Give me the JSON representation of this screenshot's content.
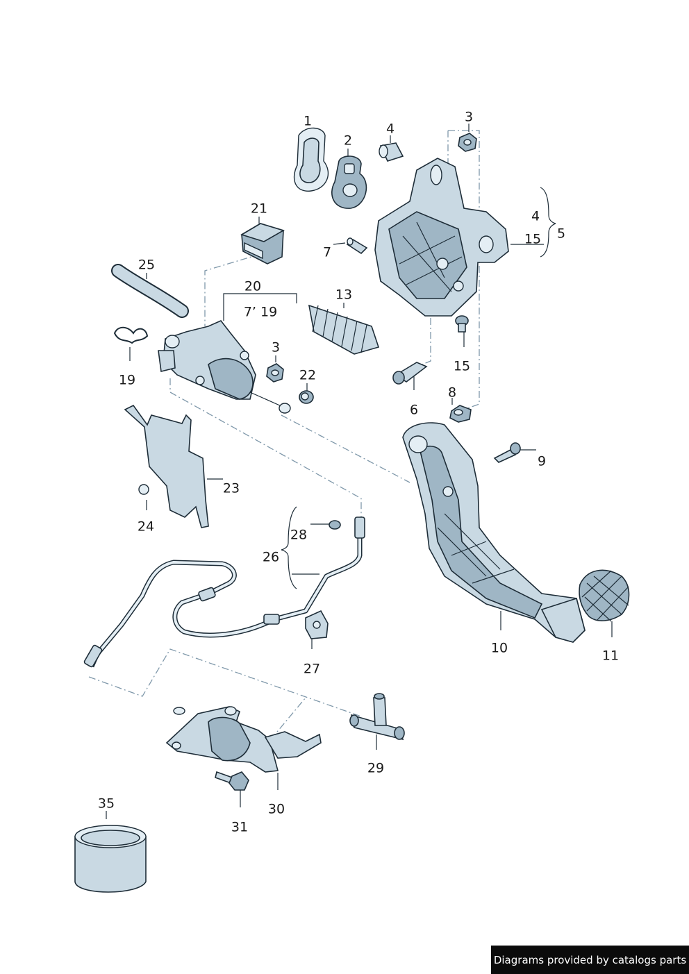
{
  "footer": {
    "text": "Diagrams provided by catalogs parts"
  },
  "callouts": [
    {
      "id": "c1",
      "text": "1"
    },
    {
      "id": "c2",
      "text": "2"
    },
    {
      "id": "c4a",
      "text": "4"
    },
    {
      "id": "c3a",
      "text": "3"
    },
    {
      "id": "c4b",
      "text": "4"
    },
    {
      "id": "c5",
      "text": "5"
    },
    {
      "id": "c15a",
      "text": "15"
    },
    {
      "id": "c21",
      "text": "21"
    },
    {
      "id": "c7",
      "text": "7"
    },
    {
      "id": "c25",
      "text": "25"
    },
    {
      "id": "c20",
      "text": "20"
    },
    {
      "id": "c7_19",
      "text": "7’ 19"
    },
    {
      "id": "c13",
      "text": "13"
    },
    {
      "id": "c3b",
      "text": "3"
    },
    {
      "id": "c22",
      "text": "22"
    },
    {
      "id": "c15b",
      "text": "15"
    },
    {
      "id": "c6",
      "text": "6"
    },
    {
      "id": "c19",
      "text": "19"
    },
    {
      "id": "c8",
      "text": "8"
    },
    {
      "id": "c9",
      "text": "9"
    },
    {
      "id": "c23",
      "text": "23"
    },
    {
      "id": "c24",
      "text": "24"
    },
    {
      "id": "c28",
      "text": "28"
    },
    {
      "id": "c26",
      "text": "26"
    },
    {
      "id": "c10",
      "text": "10"
    },
    {
      "id": "c11",
      "text": "11"
    },
    {
      "id": "c27",
      "text": "27"
    },
    {
      "id": "c29",
      "text": "29"
    },
    {
      "id": "c30",
      "text": "30"
    },
    {
      "id": "c31",
      "text": "31"
    },
    {
      "id": "c35",
      "text": "35"
    }
  ]
}
